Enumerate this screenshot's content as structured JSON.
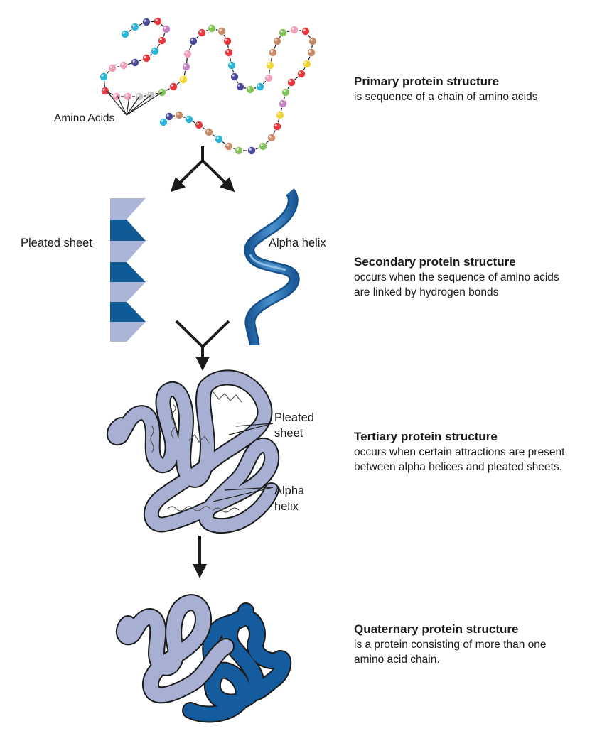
{
  "colors": {
    "bead_palette": [
      "#e8383d",
      "#f2a0b8",
      "#2ab6d9",
      "#4b4a9c",
      "#c98a6a",
      "#f3d532",
      "#84c45a",
      "#c3c3c3",
      "#c586c4"
    ],
    "sheet_light": "#a9b5d6",
    "sheet_dark": "#105b96",
    "helix_main": "#2a73b4",
    "helix_dark": "#17508a",
    "tertiary_fill": "#a7afd2",
    "quaternary_dark": "#145c9e",
    "outline": "#1b1b1b"
  },
  "primary": {
    "amino_label": "Amino Acids",
    "title": "Primary protein structure",
    "text": "is sequence of a chain of amino acids"
  },
  "secondary": {
    "sheet_label": "Pleated sheet",
    "helix_label": "Alpha helix",
    "title": "Secondary protein structure",
    "text": "occurs when the sequence of amino acids\nare linked by hydrogen bonds"
  },
  "tertiary": {
    "sheet_label": "Pleated\nsheet",
    "helix_label": "Alpha\nhelix",
    "title": "Tertiary protein structure",
    "text": "occurs when certain attractions are present\nbetween alpha helices and pleated sheets."
  },
  "quaternary": {
    "title": "Quaternary protein structure",
    "text": "is a protein consisting of more than one\namino acid chain."
  }
}
